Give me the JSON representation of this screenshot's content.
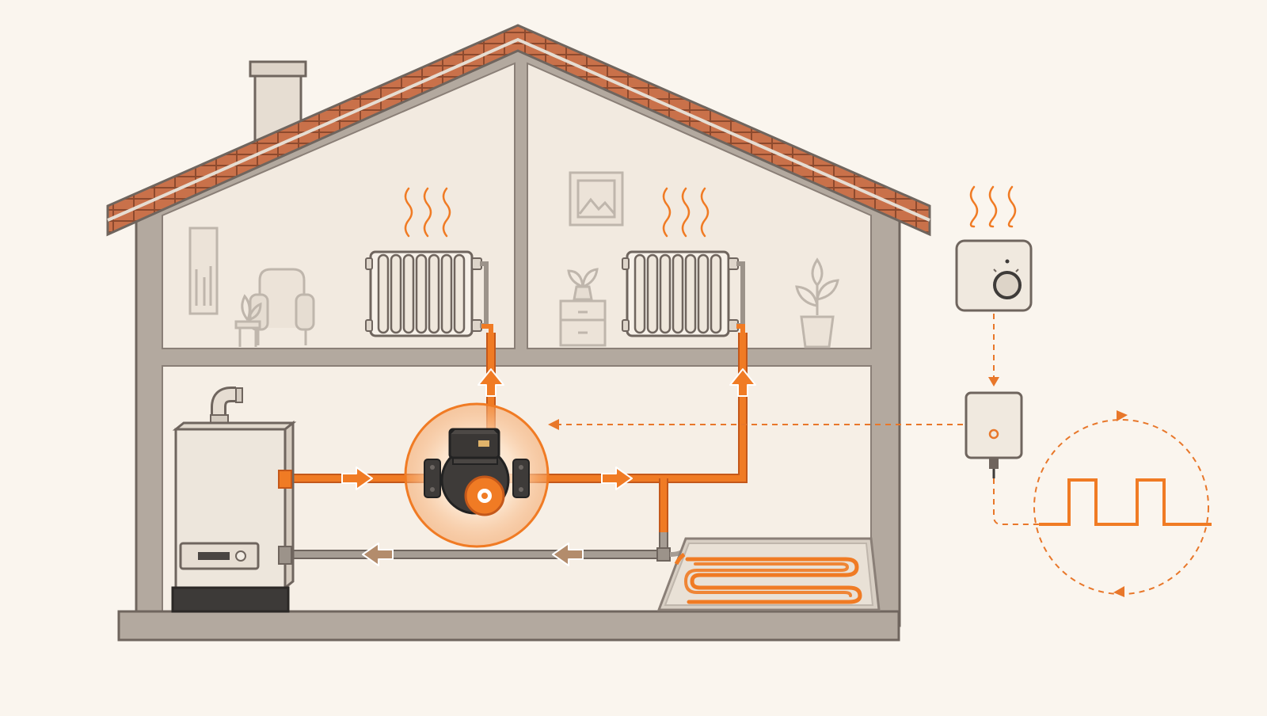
{
  "colors": {
    "background": "#faf5ee",
    "wall": "#b1a79d",
    "wall_outline": "#7c7068",
    "interior": "#f3ebe1",
    "roof_tile": "#c9714a",
    "roof_tile_dark": "#8d4a2e",
    "pipe_hot": "#f07b24",
    "pipe_return": "#9c938a",
    "return_arrow": "#b38c6c",
    "pump_body": "#3e3b39",
    "pump_impeller": "#f07b24",
    "signal": "#e8772a",
    "appliance": "#ede6dc",
    "furniture_line": "#b9b0a6"
  },
  "components": [
    {
      "id": "boiler",
      "icon": "boiler-icon"
    },
    {
      "id": "circulation-pump",
      "icon": "pump-icon"
    },
    {
      "id": "radiator-left",
      "icon": "radiator-icon"
    },
    {
      "id": "radiator-right",
      "icon": "radiator-icon"
    },
    {
      "id": "underfloor-heating",
      "icon": "underfloor-heating-icon"
    },
    {
      "id": "room-thermostat",
      "icon": "thermostat-icon"
    },
    {
      "id": "pump-controller",
      "icon": "controller-icon"
    },
    {
      "id": "pwm-signal",
      "icon": "square-wave-icon"
    }
  ]
}
